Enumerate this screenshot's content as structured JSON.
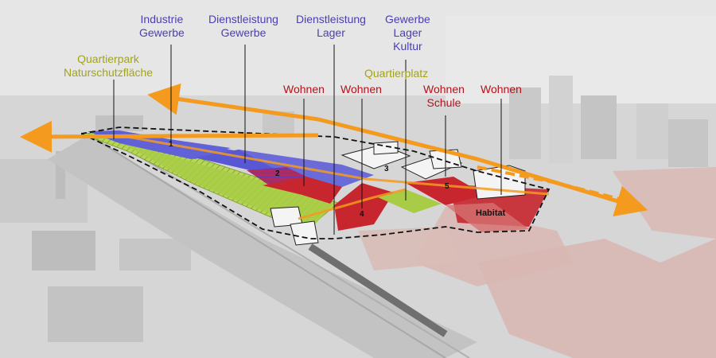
{
  "labels": {
    "industrie_gewerbe": {
      "line1": "Industrie",
      "line2": "Gewerbe"
    },
    "dienstleistung_gewerbe": {
      "line1": "Dienstleistung",
      "line2": "Gewerbe"
    },
    "dienstleistung_lager": {
      "line1": "Dienstleistung",
      "line2": "Lager"
    },
    "gewerbe_lager_kultur": {
      "line1": "Gewerbe",
      "line2": "Lager",
      "line3": "Kultur"
    },
    "quartierpark": {
      "line1": "Quartierpark",
      "line2": "Naturschutzfläche"
    },
    "quartierplatz": {
      "line1": "Quartierplatz"
    },
    "wohnen_a": {
      "line1": "Wohnen"
    },
    "wohnen_b": {
      "line1": "Wohnen"
    },
    "wohnen_schule": {
      "line1": "Wohnen",
      "line2": "Schule"
    },
    "wohnen_c": {
      "line1": "Wohnen"
    }
  },
  "plot_numbers": {
    "p1": "1",
    "p2": "2",
    "p3": "3",
    "p4": "4",
    "p5": "5"
  },
  "habitat": "Habitat",
  "colors": {
    "blue_zone": "#5b5bd6",
    "red_zone": "#c8262e",
    "green_zone": "#a9cc46",
    "arrow": "#f39a1f",
    "label_blue": "#4a3fb0",
    "label_olive": "#a3a319",
    "label_red": "#b3121c"
  }
}
